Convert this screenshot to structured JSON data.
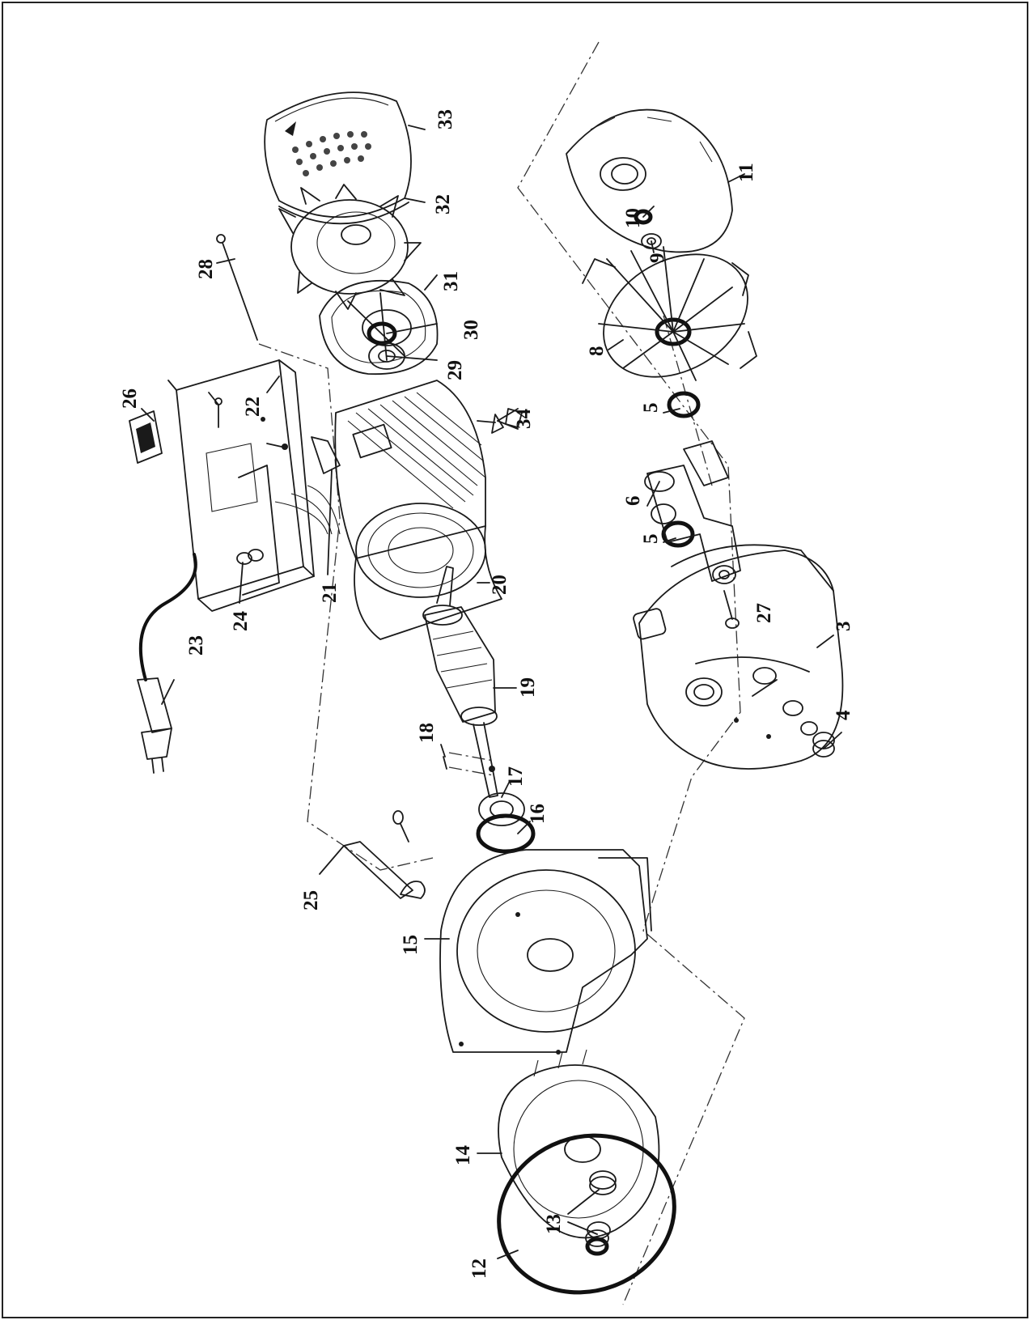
{
  "labels": [
    {
      "id": "callout-3",
      "text": "3"
    },
    {
      "id": "callout-4",
      "text": "4"
    },
    {
      "id": "callout-5a",
      "text": "5"
    },
    {
      "id": "callout-5b",
      "text": "5"
    },
    {
      "id": "callout-6",
      "text": "6"
    },
    {
      "id": "callout-8",
      "text": "8"
    },
    {
      "id": "callout-9",
      "text": "9"
    },
    {
      "id": "callout-10",
      "text": "10"
    },
    {
      "id": "callout-11",
      "text": "11"
    },
    {
      "id": "callout-12",
      "text": "12"
    },
    {
      "id": "callout-13",
      "text": "13"
    },
    {
      "id": "callout-14",
      "text": "14"
    },
    {
      "id": "callout-15",
      "text": "15"
    },
    {
      "id": "callout-16",
      "text": "16"
    },
    {
      "id": "callout-17",
      "text": "17"
    },
    {
      "id": "callout-18",
      "text": "18"
    },
    {
      "id": "callout-19",
      "text": "19"
    },
    {
      "id": "callout-20",
      "text": "20"
    },
    {
      "id": "callout-21",
      "text": "21"
    },
    {
      "id": "callout-22",
      "text": "22"
    },
    {
      "id": "callout-23",
      "text": "23"
    },
    {
      "id": "callout-24",
      "text": "24"
    },
    {
      "id": "callout-25",
      "text": "25"
    },
    {
      "id": "callout-26",
      "text": "26"
    },
    {
      "id": "callout-27",
      "text": "27"
    },
    {
      "id": "callout-28",
      "text": "28"
    },
    {
      "id": "callout-29",
      "text": "29"
    },
    {
      "id": "callout-30",
      "text": "30"
    },
    {
      "id": "callout-31",
      "text": "31"
    },
    {
      "id": "callout-32",
      "text": "32"
    },
    {
      "id": "callout-33",
      "text": "33"
    },
    {
      "id": "callout-34",
      "text": "34"
    }
  ]
}
